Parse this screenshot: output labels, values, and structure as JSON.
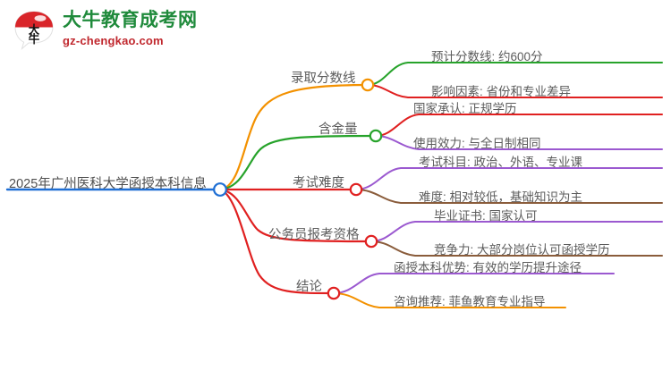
{
  "logo": {
    "mark_text": "大牛",
    "title": "大牛教育成考网",
    "subtitle": "gz-chengkao.com",
    "title_color": "#1f8a3b",
    "subtitle_color": "#c0272d",
    "mark_arc_color": "#d9252a"
  },
  "mindmap": {
    "root": {
      "label": "2025年广州医科大学函授本科信息",
      "color": "#1f6fd4",
      "node_color": "#1f6fd4"
    },
    "topics": [
      {
        "label": "录取分数线",
        "color": "#f39100",
        "children": [
          {
            "label": "预计分数线: 约600分",
            "color": "#27a32b"
          },
          {
            "label": "影响因素: 省份和专业差异",
            "color": "#e02020"
          }
        ]
      },
      {
        "label": "含金量",
        "color": "#27a32b",
        "children": [
          {
            "label": "国家承认: 正规学历",
            "color": "#e02020"
          },
          {
            "label": "使用效力: 与全日制相同",
            "color": "#9b59d0"
          }
        ]
      },
      {
        "label": "考试难度",
        "color": "#e02020",
        "children": [
          {
            "label": "考试科目: 政治、外语、专业课",
            "color": "#9b59d0"
          },
          {
            "label": "难度: 相对较低，基础知识为主",
            "color": "#8a5c3b"
          }
        ]
      },
      {
        "label": "公务员报考资格",
        "color": "#e02020",
        "children": [
          {
            "label": "毕业证书: 国家认可",
            "color": "#9b59d0"
          },
          {
            "label": "竞争力: 大部分岗位认可函授学历",
            "color": "#8a5c3b"
          }
        ]
      },
      {
        "label": "结论",
        "color": "#e02020",
        "children": [
          {
            "label": "函授本科优势: 有效的学历提升途径",
            "color": "#9b59d0"
          },
          {
            "label": "咨询推荐: 菲鱼教育专业指导",
            "color": "#f39100"
          }
        ]
      }
    ]
  }
}
